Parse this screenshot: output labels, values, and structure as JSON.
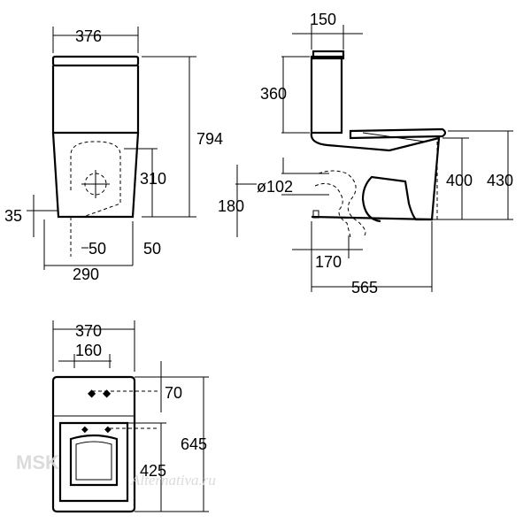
{
  "front_view": {
    "width_total": "376",
    "height_total": "794",
    "outlet_height": "310",
    "floor_gap": "35",
    "offset_a": "50",
    "offset_b": "50",
    "depth_base": "290"
  },
  "side_view": {
    "tank_depth": "150",
    "tank_height": "360",
    "pipe_diameter": "ø102",
    "outlet_axis": "180",
    "bowl_height": "400",
    "seat_height": "430",
    "outlet_offset": "170",
    "length_total": "565"
  },
  "top_view": {
    "width_total": "370",
    "bolt_spacing": "160",
    "bolt_offset": "70",
    "seat_length": "425",
    "length_total": "645"
  },
  "watermark": {
    "brand": "MSK",
    "script": "Alternativa.ru"
  }
}
